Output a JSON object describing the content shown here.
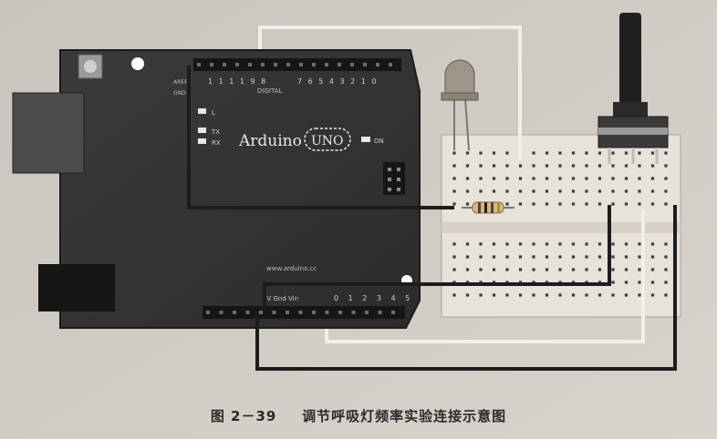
{
  "board": {
    "brand": "Arduino",
    "model": "UNO",
    "url": "www.arduino.cc",
    "digital_label": "DIGITAL",
    "digital_pins": "7 6 5 4 3 2 1 0",
    "digital_pins_high": "1 1 1 1 9 8",
    "analog_pins": "0 1 2 3 4 5",
    "power_labels": "5V Gnd Vin",
    "led_labels": [
      "L",
      "TX",
      "RX",
      "ON"
    ],
    "side_labels": [
      "AREF",
      "GND"
    ]
  },
  "caption": {
    "figure_number": "图 2－39",
    "title": "调节呼吸灯频率实验连接示意图"
  }
}
